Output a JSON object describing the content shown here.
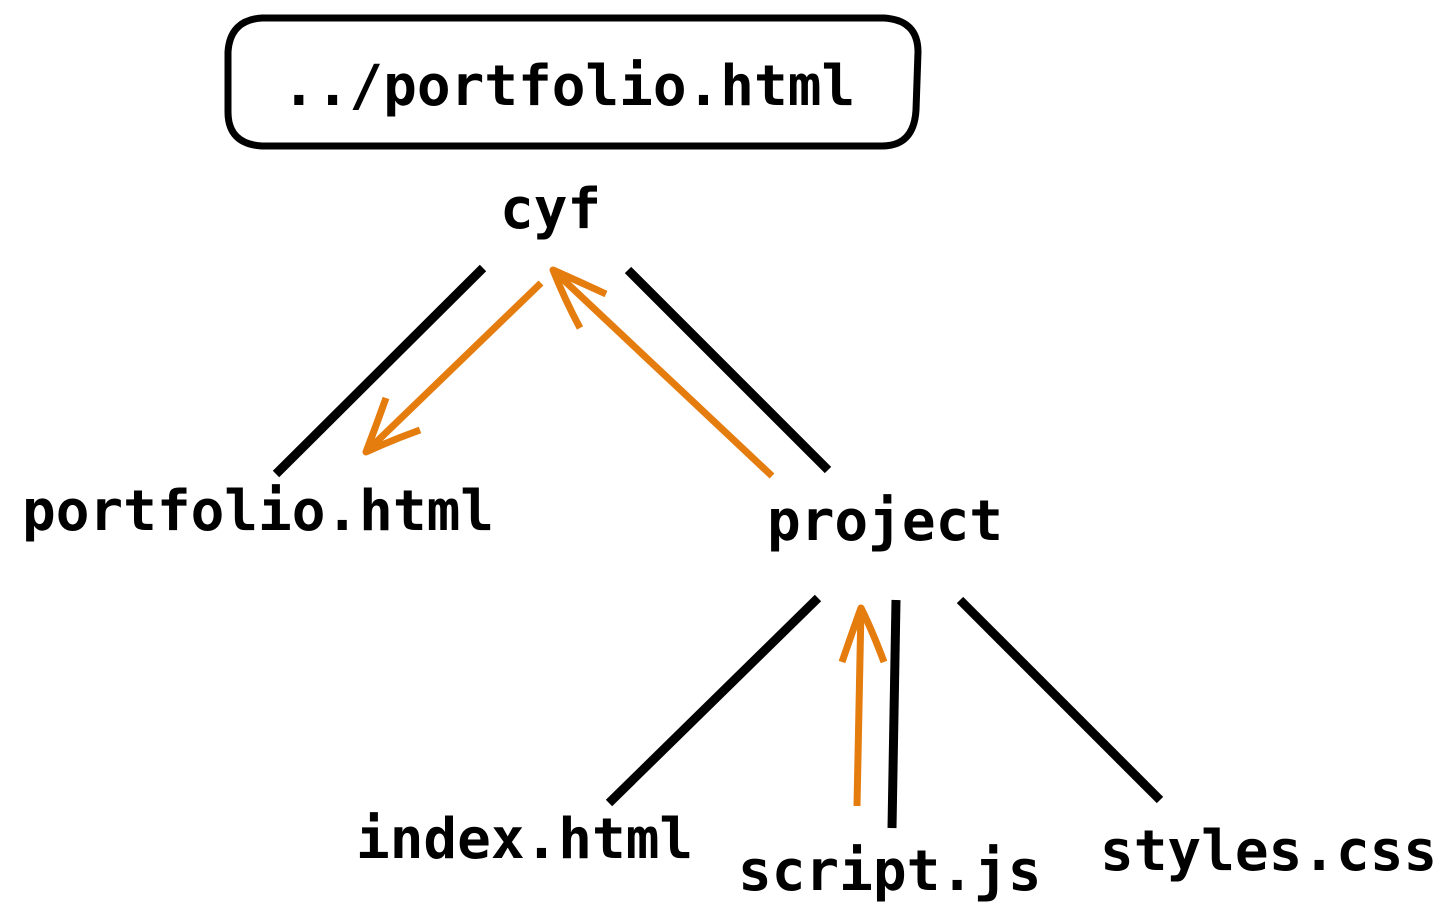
{
  "path_expression": "../portfolio.html",
  "nodes": {
    "root": "cyf",
    "portfolio": "portfolio.html",
    "project": "project",
    "index": "index.html",
    "script": "script.js",
    "styles": "styles.css"
  },
  "colors": {
    "edge": "#000000",
    "path_arrow": "#e57c0e",
    "background": "#ffffff"
  }
}
